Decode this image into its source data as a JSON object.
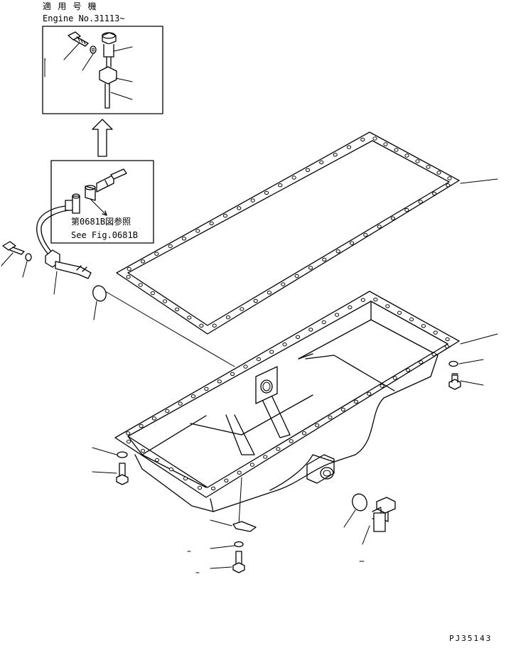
{
  "applicability": {
    "line1": "適 用 号 機",
    "line2": "Engine No.31113~"
  },
  "reference": {
    "line1": "第0681B図参照",
    "line2": "See Fig.0681B"
  },
  "figure_code": "PJ35143",
  "colors": {
    "ink": "#000000",
    "paper": "#ffffff"
  }
}
